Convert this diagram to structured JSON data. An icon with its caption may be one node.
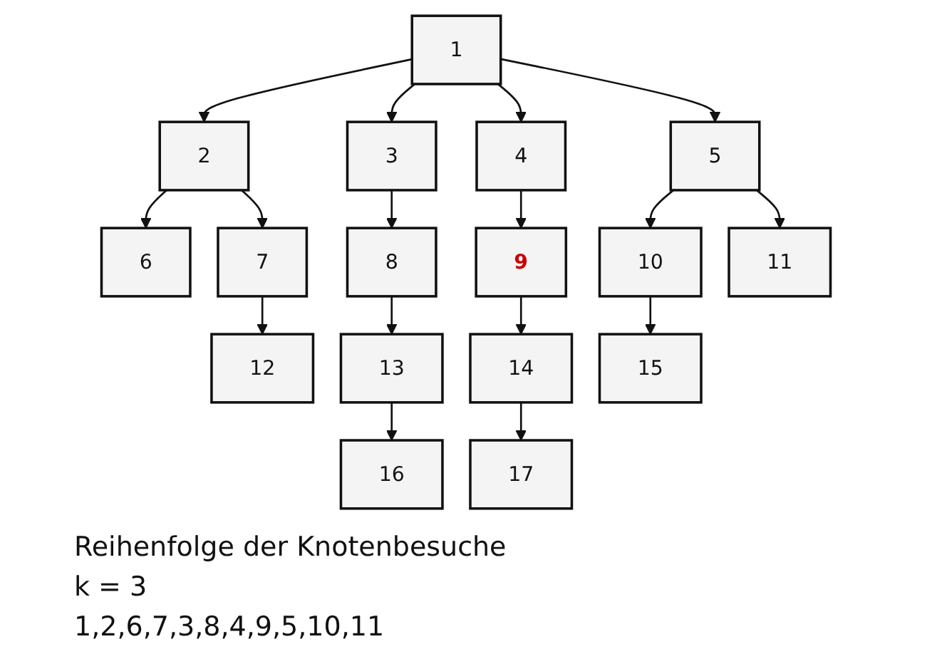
{
  "diagram": {
    "nodes": [
      {
        "text": [
          "1"
        ]
      },
      {
        "text": [
          "2"
        ]
      },
      {
        "text": [
          "3"
        ]
      },
      {
        "text": [
          "4"
        ]
      },
      {
        "text": [
          "5"
        ]
      },
      {
        "text": [
          "6"
        ]
      },
      {
        "text": [
          "7"
        ]
      },
      {
        "text": [
          "8"
        ]
      },
      {
        "text": [
          "9"
        ]
      },
      {
        "text": [
          "10"
        ]
      },
      {
        "text": [
          "11"
        ]
      },
      {
        "text": [
          "12"
        ]
      },
      {
        "text": [
          "13"
        ]
      },
      {
        "text": [
          "14"
        ]
      },
      {
        "text": [
          "15"
        ]
      },
      {
        "text": [
          "16"
        ]
      },
      {
        "text": [
          "17"
        ]
      }
    ],
    "edges": [
      {
        "from": 0,
        "to": 1,
        "arrow": "to"
      },
      {
        "from": 0,
        "to": 2,
        "arrow": "to"
      },
      {
        "from": 0,
        "to": 3,
        "arrow": "to"
      },
      {
        "from": 0,
        "to": 4,
        "arrow": "to"
      },
      {
        "from": 1,
        "to": 5,
        "arrow": "to"
      },
      {
        "from": 1,
        "to": 6,
        "arrow": "to"
      },
      {
        "from": 2,
        "to": 7,
        "arrow": "to"
      },
      {
        "from": 3,
        "to": 8,
        "arrow": "to"
      },
      {
        "from": 4,
        "to": 9,
        "arrow": "to"
      },
      {
        "from": 4,
        "to": 10,
        "arrow": "to"
      },
      {
        "from": 6,
        "to": 11,
        "arrow": "to"
      },
      {
        "from": 7,
        "to": 12,
        "arrow": "to"
      },
      {
        "from": 8,
        "to": 13,
        "arrow": "to"
      },
      {
        "from": 9,
        "to": 14,
        "arrow": "to"
      },
      {
        "from": 12,
        "to": 15,
        "arrow": "to"
      },
      {
        "from": 13,
        "to": 16,
        "arrow": "to"
      }
    ],
    "labels": [
      "Reihenfolge der Knotenbesuche",
      "k = 3",
      "1,2,6,7,3,8,4,9,5,10,11"
    ]
  }
}
